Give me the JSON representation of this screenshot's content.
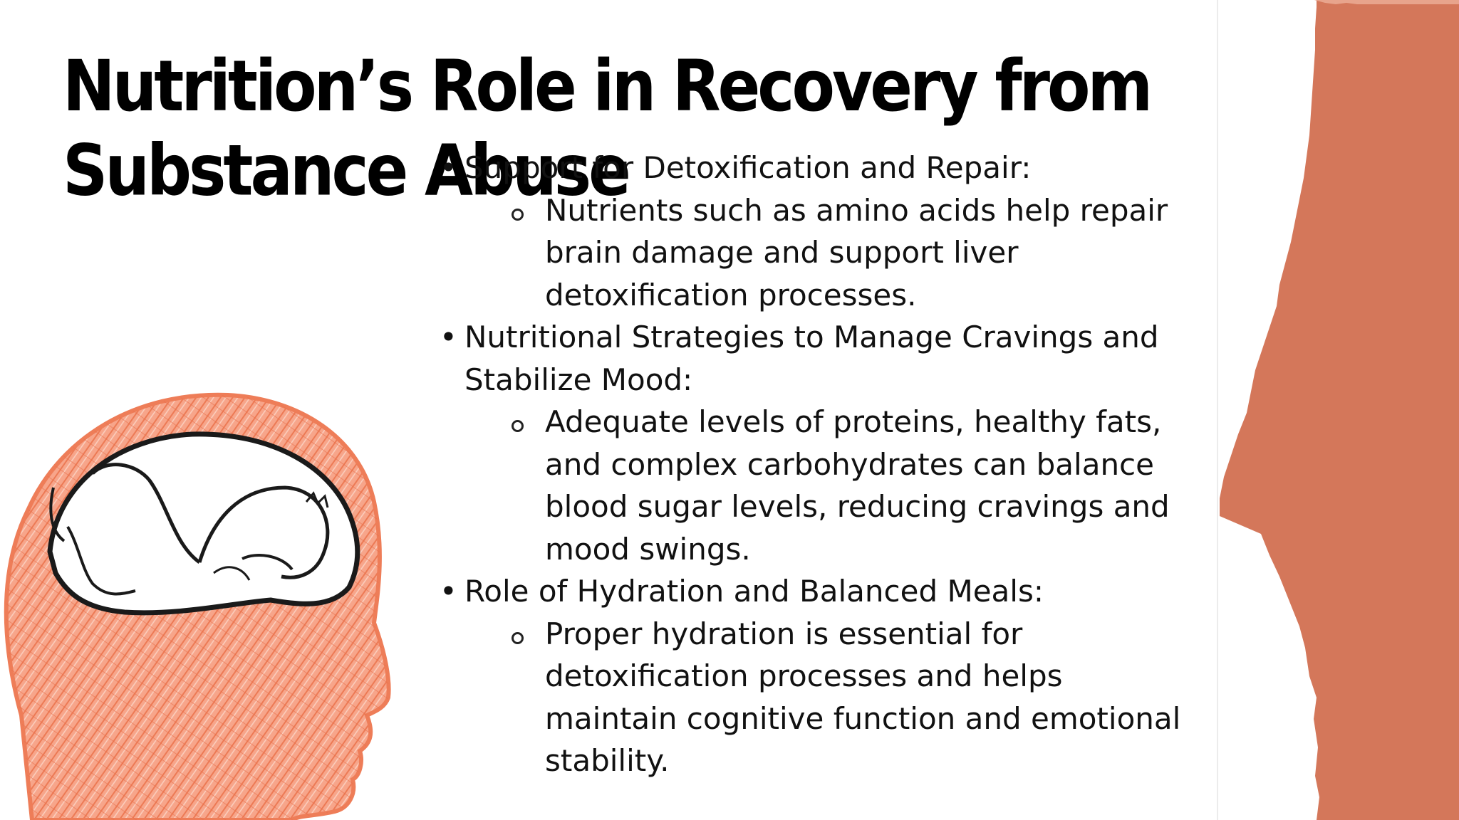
{
  "slide": {
    "title": "Nutrition’s Role in Recovery from Substance Abuse",
    "bullets": [
      {
        "heading": "Support for Detoxification and Repair:",
        "sub": [
          "Nutrients such as amino acids help repair brain damage and support liver detoxification processes."
        ]
      },
      {
        "heading": "Nutritional Strategies to Manage Cravings and Stabilize Mood:",
        "sub": [
          "Adequate levels of proteins, healthy fats, and complex carbohydrates can balance blood sugar levels, reducing cravings and mood swings."
        ]
      },
      {
        "heading": "Role of Hydration and Balanced Meals:",
        "sub": [
          "Proper hydration is essential for detoxification processes and helps maintain cognitive function and emotional stability."
        ]
      }
    ],
    "bullet_glyph": "•"
  },
  "colors": {
    "accent_terracotta": "#d4775a",
    "illustration_orange": "#f08a68",
    "text": "#111111",
    "background": "#ffffff"
  },
  "icons": {
    "illustration": "head-with-curled-figure-illustration",
    "decor": "torn-paper-strip-decoration"
  }
}
